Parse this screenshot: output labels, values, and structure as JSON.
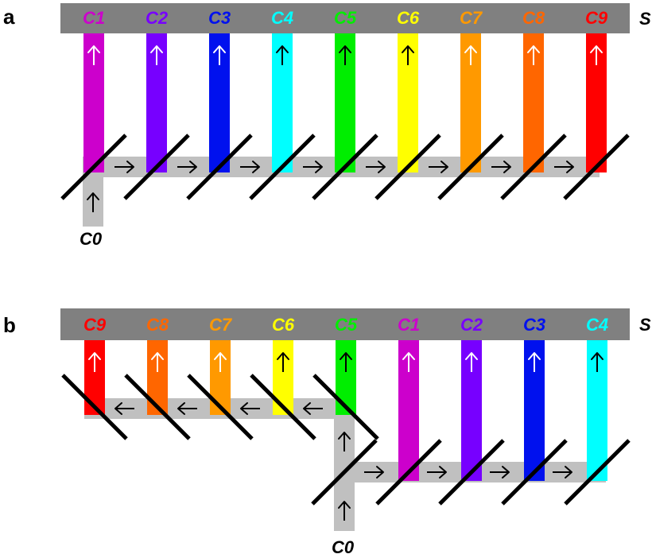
{
  "panels": [
    {
      "letter": "a",
      "bar_label": "S",
      "source_label": "C0",
      "channels": [
        {
          "label": "C1",
          "color": "#cc00cc"
        },
        {
          "label": "C2",
          "color": "#7700ff"
        },
        {
          "label": "C3",
          "color": "#0011ee"
        },
        {
          "label": "C4",
          "color": "#00ffff"
        },
        {
          "label": "C5",
          "color": "#00ee00"
        },
        {
          "label": "C6",
          "color": "#ffff00"
        },
        {
          "label": "C7",
          "color": "#ff9900"
        },
        {
          "label": "C8",
          "color": "#ff6600"
        },
        {
          "label": "C9",
          "color": "#ff0000"
        }
      ]
    },
    {
      "letter": "b",
      "bar_label": "S",
      "source_label": "C0",
      "channels": [
        {
          "label": "C9",
          "color": "#ff0000"
        },
        {
          "label": "C8",
          "color": "#ff6600"
        },
        {
          "label": "C7",
          "color": "#ff9900"
        },
        {
          "label": "C6",
          "color": "#ffff00"
        },
        {
          "label": "C5",
          "color": "#00ee00"
        },
        {
          "label": "C1",
          "color": "#cc00cc"
        },
        {
          "label": "C2",
          "color": "#7700ff"
        },
        {
          "label": "C3",
          "color": "#0011ee"
        },
        {
          "label": "C4",
          "color": "#00ffff"
        }
      ]
    }
  ],
  "colors": {
    "bar": "#808080",
    "path": "#c0c0c0",
    "mirror": "#000000"
  }
}
